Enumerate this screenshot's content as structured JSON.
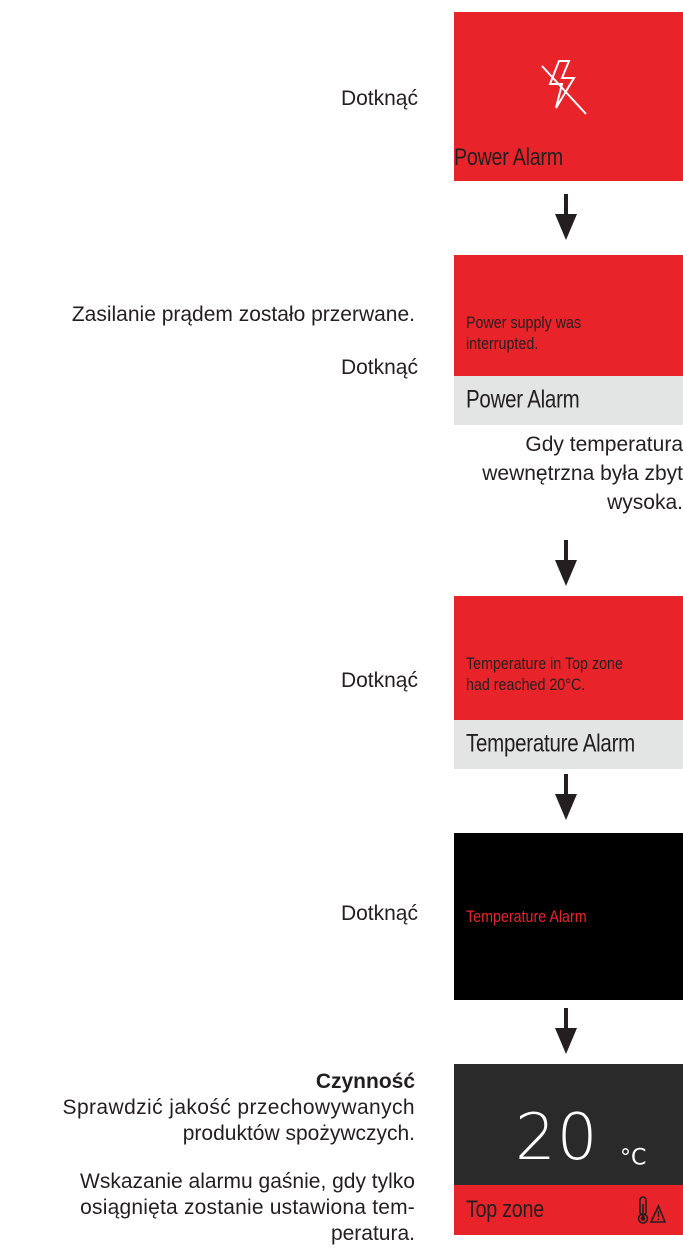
{
  "steps": {
    "step1": {
      "caption": "Dotknąć",
      "panel_title": "Power Alarm",
      "icon": "power-interrupted-icon"
    },
    "step2": {
      "caption_main": "Zasilanie prądem zostało przerwane.",
      "caption_touch": "Dotknąć",
      "panel_message_line1": "Power supply was",
      "panel_message_line2": "interrupted.",
      "panel_title": "Power Alarm"
    },
    "between": {
      "line1": "Gdy temperatura",
      "line2": "wewnętrzna była zbyt",
      "line3": "wysoka."
    },
    "step3": {
      "caption": "Dotknąć",
      "panel_message_line1": "Temperature in Top zone",
      "panel_message_line2": "had reached 20°C.",
      "panel_title": "Temperature Alarm"
    },
    "step4": {
      "caption": "Dotknąć",
      "panel_text": "Temperature Alarm"
    },
    "step5": {
      "action_heading": "Czynność",
      "action_line1": "Sprawdzić jakość przechowywanych",
      "action_line2": "produktów spożywczych.",
      "note_line1": "Wskazanie alarmu gaśnie, gdy tylko",
      "note_line2": "osiągnięta zostanie ustawiona tem-",
      "note_line3": "peratura.",
      "temperature_value": "20",
      "temperature_unit": "°C",
      "zone_label": "Top zone",
      "alarm_icon": "temperature-alarm-icon"
    }
  },
  "colors": {
    "alarm_red": "#e8232a",
    "status_gray": "#e3e5e4",
    "display_black": "#000000",
    "display_dark": "#2a2a2a",
    "text": "#231f20"
  }
}
